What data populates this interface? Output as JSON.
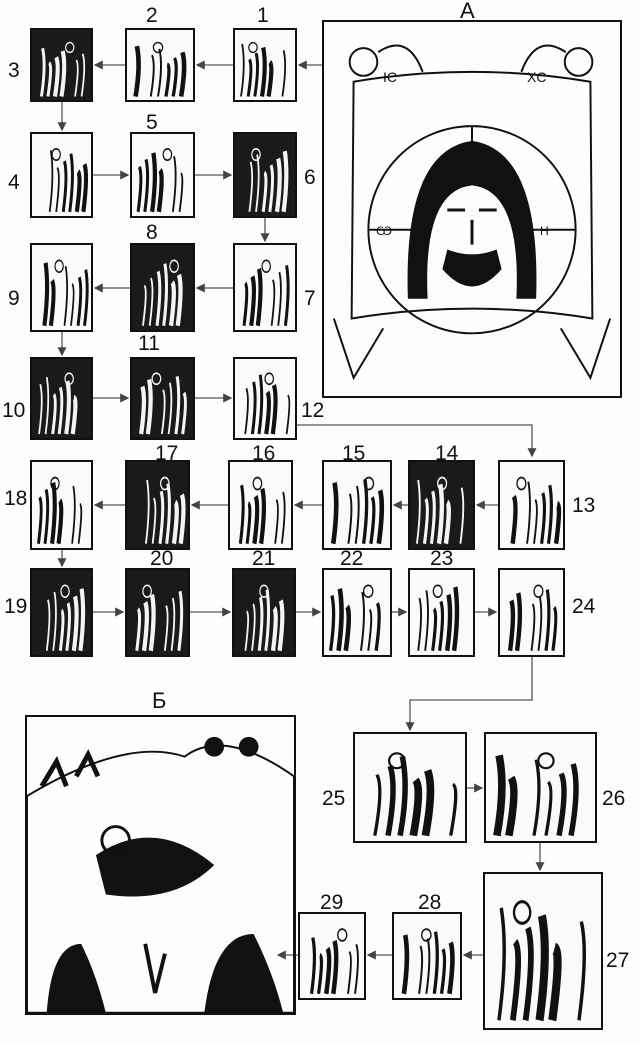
{
  "panel_a": {
    "label": "А",
    "inscriptions": [
      "IC",
      "XC",
      "Ѡ",
      "Н"
    ]
  },
  "panel_b": {
    "label": "Б"
  },
  "panels": [
    {
      "n": "1"
    },
    {
      "n": "2"
    },
    {
      "n": "3"
    },
    {
      "n": "4"
    },
    {
      "n": "5"
    },
    {
      "n": "6"
    },
    {
      "n": "7"
    },
    {
      "n": "8"
    },
    {
      "n": "9"
    },
    {
      "n": "10"
    },
    {
      "n": "11"
    },
    {
      "n": "12"
    },
    {
      "n": "13"
    },
    {
      "n": "14"
    },
    {
      "n": "15"
    },
    {
      "n": "16"
    },
    {
      "n": "17"
    },
    {
      "n": "18"
    },
    {
      "n": "19"
    },
    {
      "n": "20"
    },
    {
      "n": "21"
    },
    {
      "n": "22"
    },
    {
      "n": "23"
    },
    {
      "n": "24"
    },
    {
      "n": "25"
    },
    {
      "n": "26"
    },
    {
      "n": "27"
    },
    {
      "n": "28"
    },
    {
      "n": "29"
    }
  ]
}
